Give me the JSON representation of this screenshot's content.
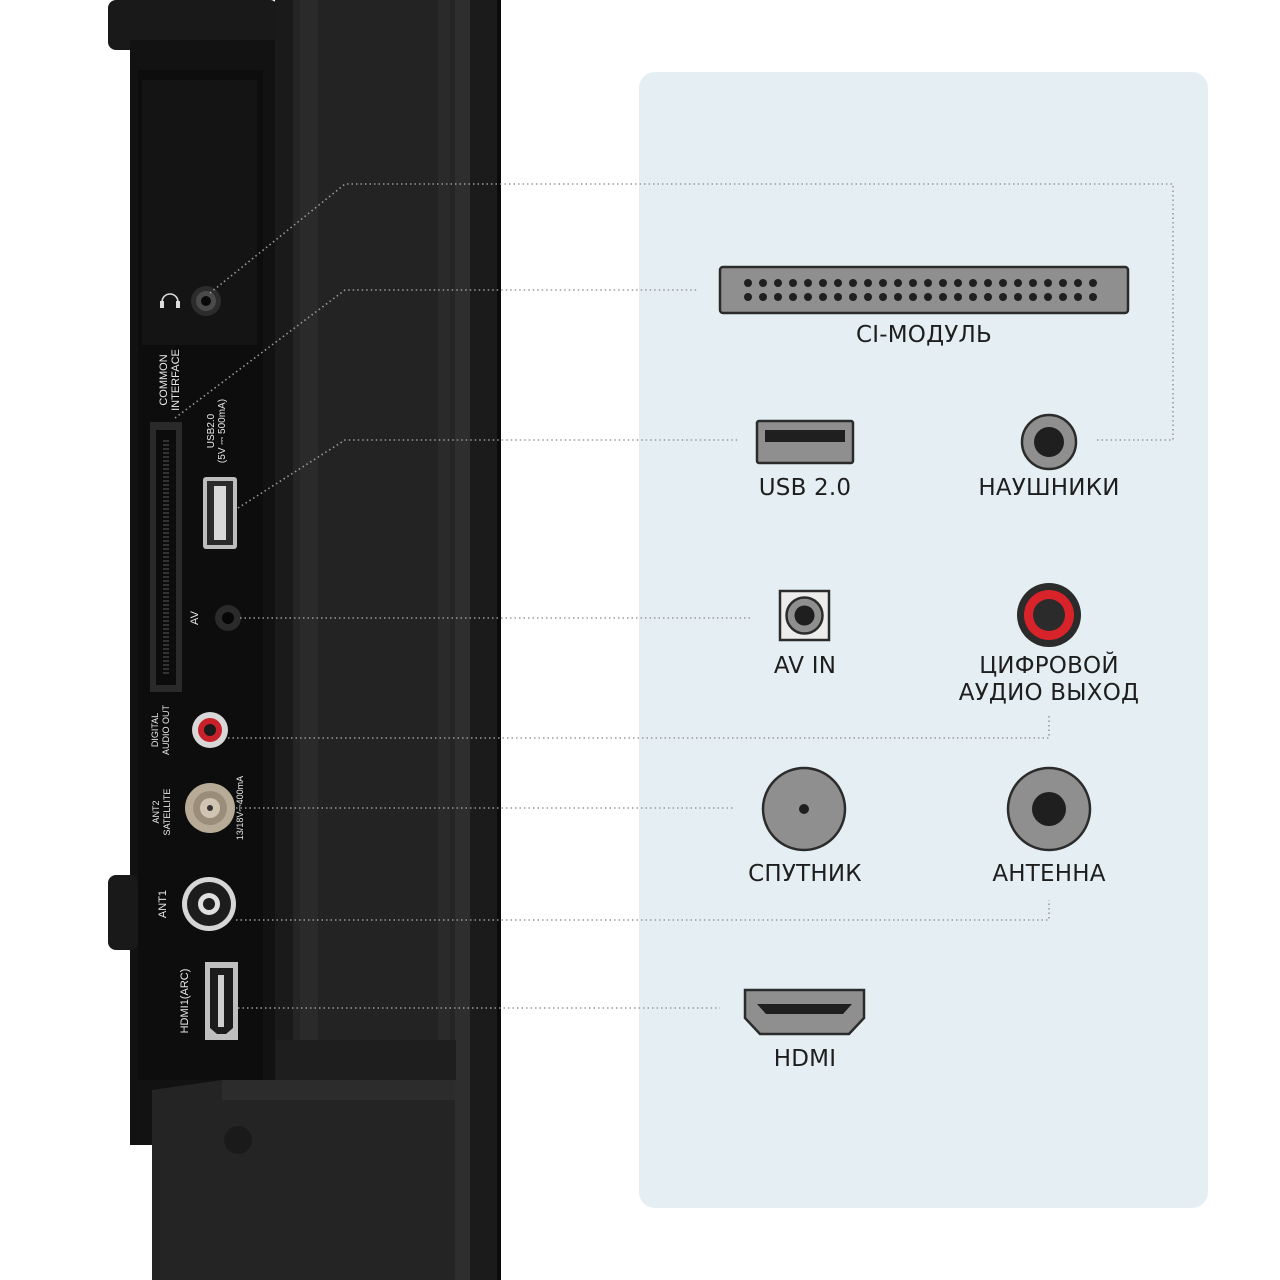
{
  "connectors": {
    "ci_module": "CI-МОДУЛЬ",
    "usb": "USB 2.0",
    "headphones": "НАУШНИКИ",
    "av_in": "AV IN",
    "digital_audio": "ЦИФРОВОЙ\nАУДИО ВЫХОД",
    "satellite": "СПУТНИК",
    "antenna": "АНТЕННА",
    "hdmi": "HDMI"
  },
  "tv_labels": {
    "common_interface": "COMMON\nINTERFACE",
    "usb": "USB2.0\n(5V ⎓ 500mA)",
    "av": "AV",
    "digital_audio_out": "DIGITAL\nAUDIO OUT",
    "ant2": "ANT2\nSATELLITE",
    "ant2_power": "13/18V⎓400mA",
    "ant1": "ANT1",
    "hdmi": "HDMI1(ARC)"
  },
  "colors": {
    "panel_bg": "#e5eff3",
    "tv_body": "#1b1b1b",
    "port_gray": "#8f8f8f",
    "accent_red": "#d8232a"
  }
}
